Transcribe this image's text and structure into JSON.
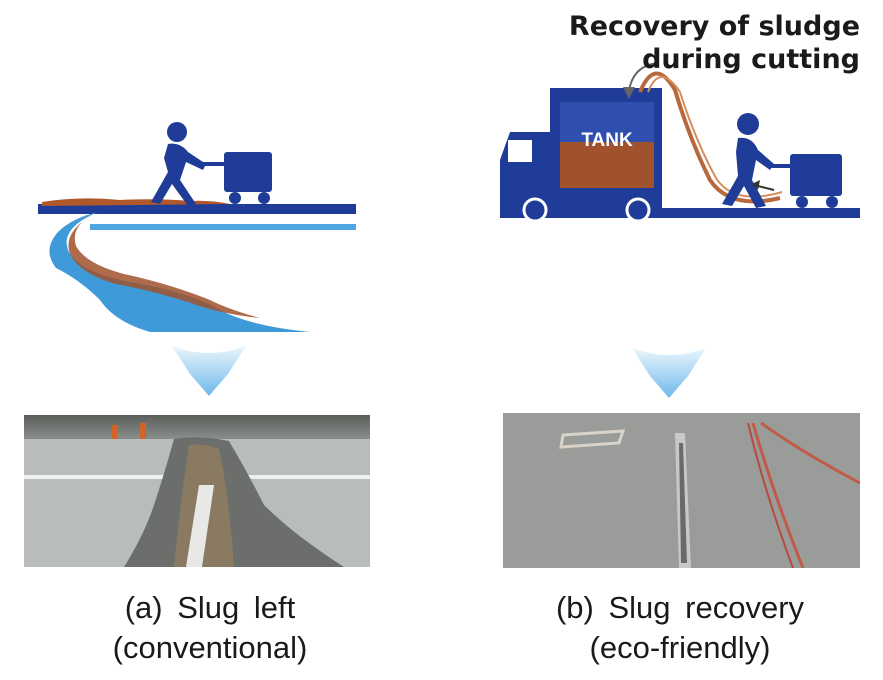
{
  "annotation": {
    "line1": "Recovery of sludge",
    "line2": "during cutting"
  },
  "tank_label": "TANK",
  "captions": {
    "left": {
      "line1": "(a) Slug left",
      "line2": "(conventional)"
    },
    "right": {
      "line1": "(b) Slug recovery",
      "line2": "(eco-friendly)"
    }
  },
  "colors": {
    "road_blue": "#1f3c98",
    "river_blue": "#3e9ad8",
    "sludge_brown": "#a0522d",
    "hose": "#b8683c",
    "arrow_blue": "#8cc8ee"
  }
}
